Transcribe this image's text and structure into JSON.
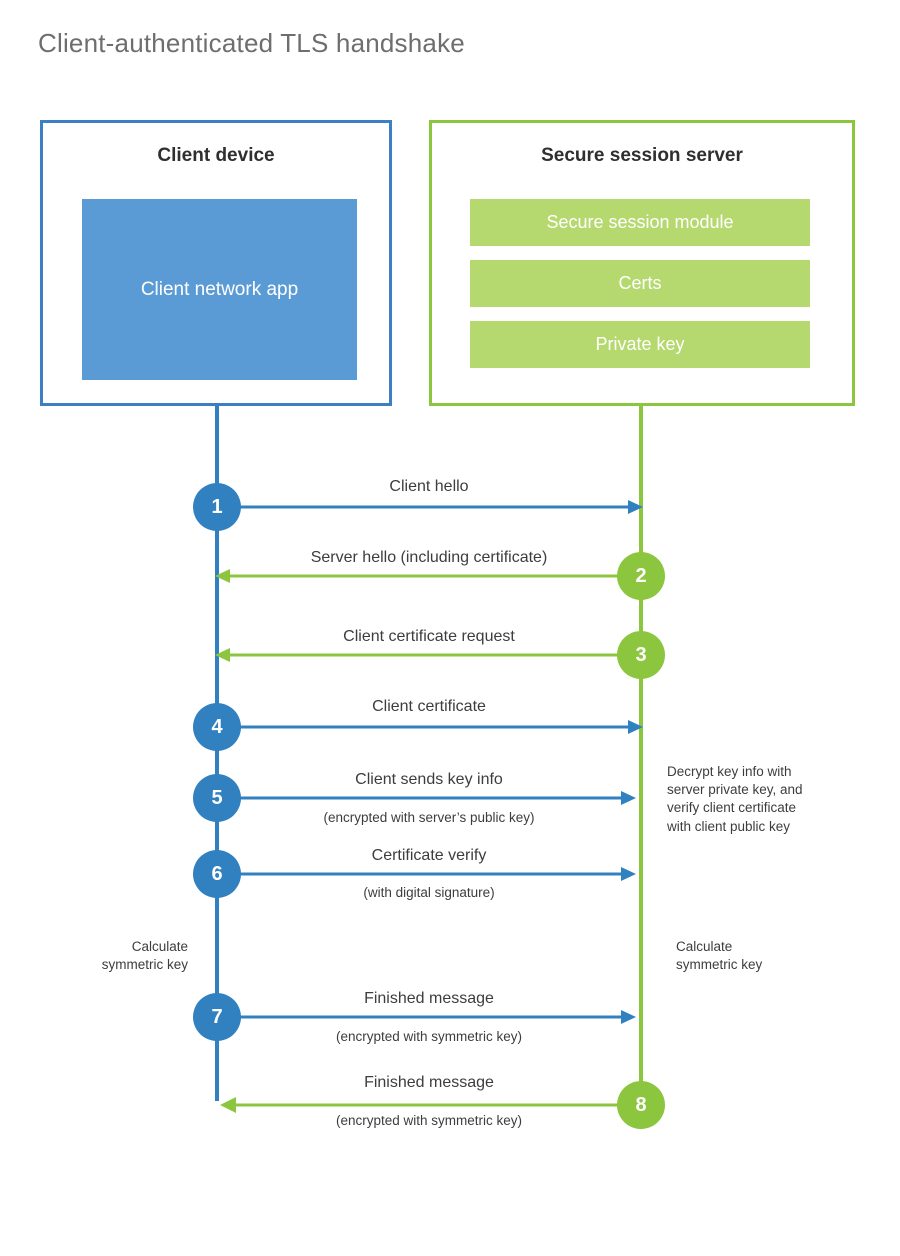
{
  "title": "Client-authenticated TLS handshake",
  "colors": {
    "client_accent": "#3E7FC1",
    "client_line": "#3180C0",
    "client_app_fill": "#5B9BD5",
    "server_accent": "#8CC63F",
    "server_module_fill": "#B5D96F",
    "text": "#3d3d3d",
    "title_text": "#6e6e6e"
  },
  "actors": {
    "client": {
      "title": "Client device",
      "app_label": "Client network app"
    },
    "server": {
      "title": "Secure session server",
      "modules": [
        {
          "label": "Secure session module"
        },
        {
          "label": "Certs"
        },
        {
          "label": "Private key"
        }
      ]
    }
  },
  "chart_data": {
    "type": "sequence-diagram",
    "title": "Client-authenticated TLS handshake",
    "participants": [
      "Client device",
      "Secure session server"
    ],
    "steps": [
      {
        "number": "1",
        "label": "Client hello",
        "sublabel": "",
        "from": "client",
        "to": "server",
        "direction": "right",
        "color": "blue"
      },
      {
        "number": "2",
        "label": "Server hello (including certificate)",
        "sublabel": "",
        "from": "server",
        "to": "client",
        "direction": "left",
        "color": "green"
      },
      {
        "number": "3",
        "label": "Client certificate request",
        "sublabel": "",
        "from": "server",
        "to": "client",
        "direction": "left",
        "color": "green"
      },
      {
        "number": "4",
        "label": "Client certificate",
        "sublabel": "",
        "from": "client",
        "to": "server",
        "direction": "right",
        "color": "blue"
      },
      {
        "number": "5",
        "label": "Client sends key info",
        "sublabel": "(encrypted with server’s public key)",
        "from": "client",
        "to": "server",
        "direction": "right",
        "color": "blue"
      },
      {
        "number": "6",
        "label": "Certificate verify",
        "sublabel": "(with digital signature)",
        "from": "client",
        "to": "server",
        "direction": "right",
        "color": "blue"
      },
      {
        "number": "7",
        "label": "Finished message",
        "sublabel": "(encrypted with symmetric key)",
        "from": "client",
        "to": "server",
        "direction": "right",
        "color": "blue"
      },
      {
        "number": "8",
        "label": "Finished message",
        "sublabel": "(encrypted with symmetric key)",
        "from": "server",
        "to": "client",
        "direction": "left",
        "color": "green"
      }
    ],
    "notes": [
      {
        "side": "server",
        "text": "Decrypt key info with\nserver private key, and\nverify client certificate\nwith client public key"
      },
      {
        "side": "client",
        "text": "Calculate\nsymmetric key"
      },
      {
        "side": "server",
        "text": "Calculate\nsymmetric key"
      }
    ]
  }
}
